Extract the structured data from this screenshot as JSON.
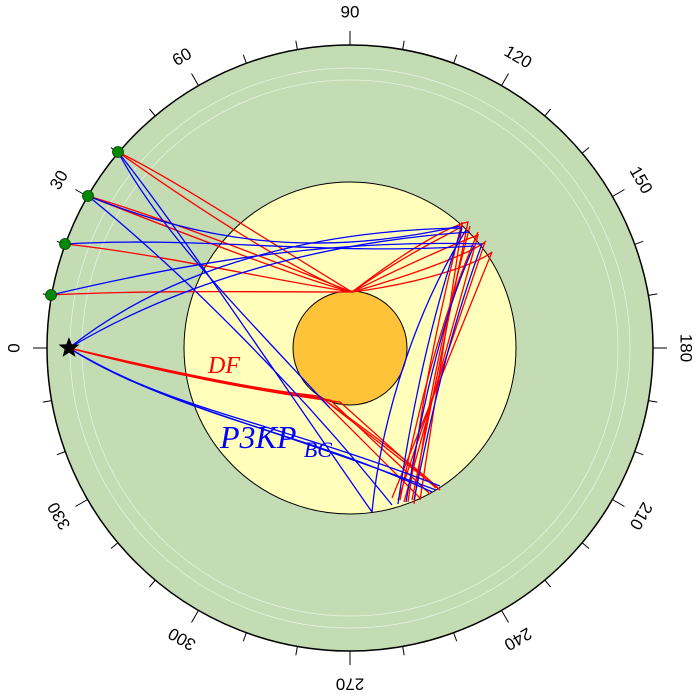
{
  "figure": {
    "shells": [
      {
        "name": "mantle",
        "color": "#c3dcb3"
      },
      {
        "name": "outer-core",
        "color": "#ffffbb"
      },
      {
        "name": "inner-core",
        "color": "#ffc33a"
      }
    ],
    "inner_circle_color": "#e8f1e0",
    "ray_colors": {
      "df": "#ff0000",
      "p3kp": "#0000ff"
    },
    "marker_colors": {
      "source": "#000000",
      "station": "#008800"
    },
    "icons": [
      "star-icon",
      "station-dot-icon"
    ]
  },
  "labels": {
    "df": "DF",
    "p3kp_main": "P3KP",
    "p3kp_sub": "BC"
  },
  "axis": {
    "tick_labels": [
      {
        "angle": 0,
        "text": "0"
      },
      {
        "angle": 30,
        "text": "30"
      },
      {
        "angle": 60,
        "text": "60"
      },
      {
        "angle": 90,
        "text": "90"
      },
      {
        "angle": 120,
        "text": "120"
      },
      {
        "angle": 150,
        "text": "150"
      },
      {
        "angle": 180,
        "text": "180"
      },
      {
        "angle": 210,
        "text": "210"
      },
      {
        "angle": 240,
        "text": "240"
      },
      {
        "angle": 270,
        "text": "270"
      },
      {
        "angle": 300,
        "text": "300"
      },
      {
        "angle": 330,
        "text": "330"
      }
    ],
    "tick_step_degrees": 10
  }
}
